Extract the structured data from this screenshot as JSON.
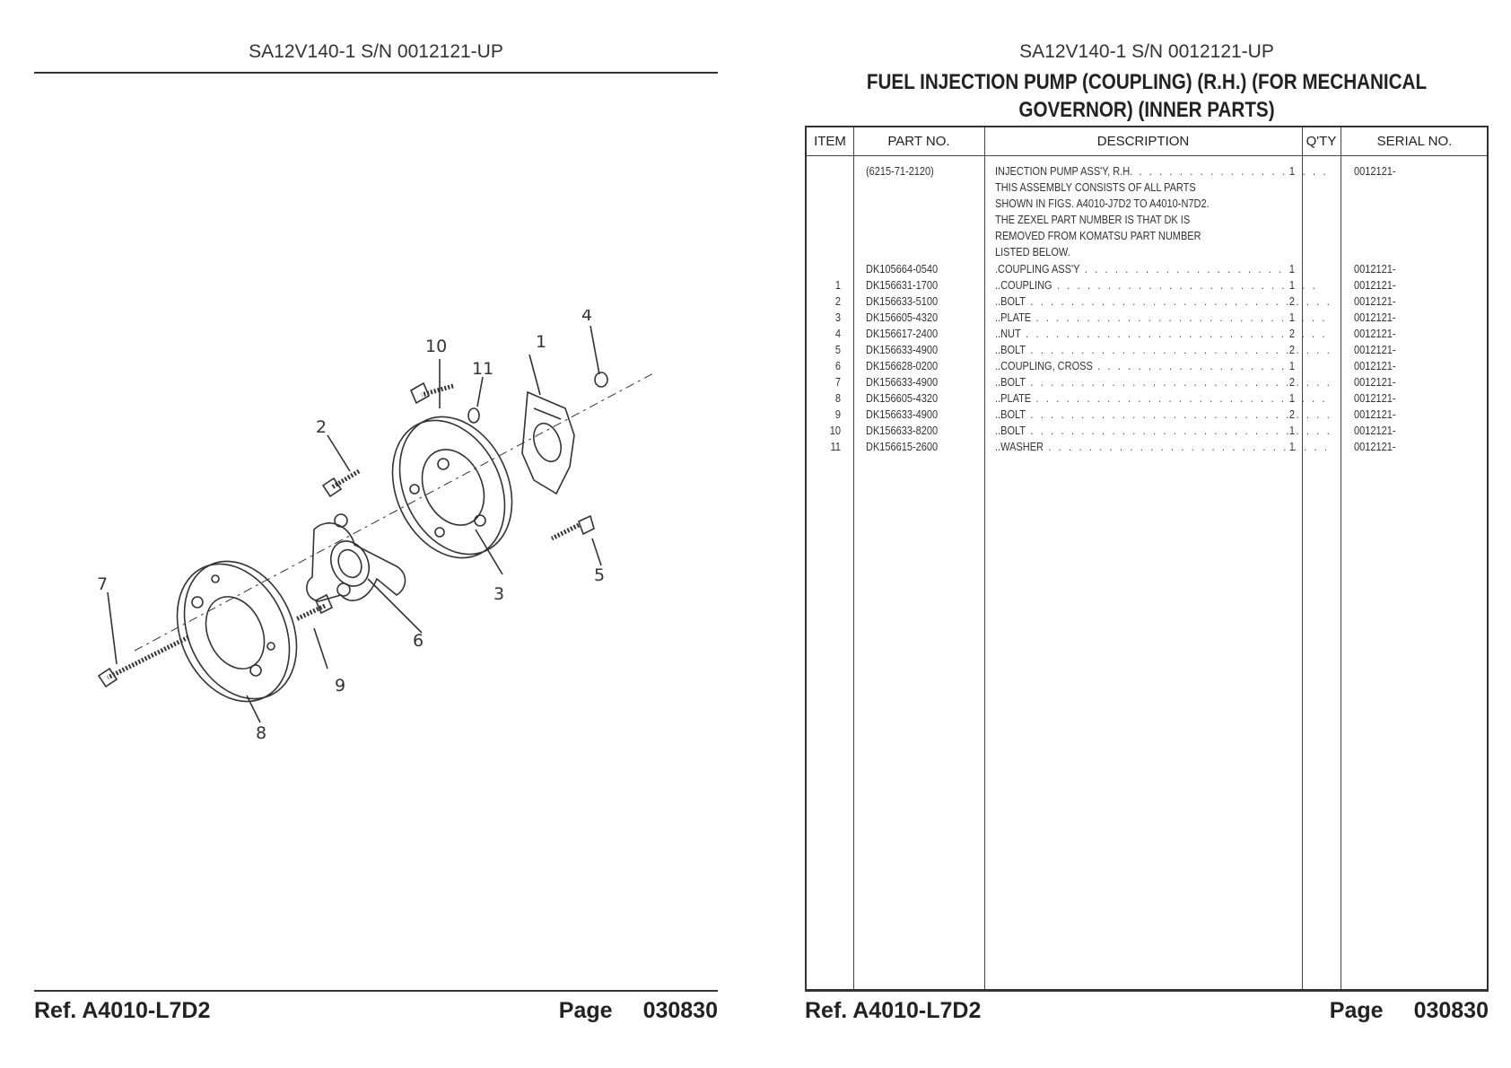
{
  "left_page": {
    "header": "SA12V140-1 S/N 0012121-UP",
    "footer": {
      "ref_label": "Ref.  A4010-L7D2",
      "page_label": "Page",
      "page_number": "030830"
    },
    "diagram": {
      "callouts": [
        "1",
        "2",
        "3",
        "4",
        "5",
        "6",
        "7",
        "8",
        "9",
        "10",
        "11"
      ]
    }
  },
  "right_page": {
    "header": "SA12V140-1 S/N 0012121-UP",
    "title_line1": "FUEL INJECTION PUMP (COUPLING) (R.H.) (FOR MECHANICAL",
    "title_line2": "GOVERNOR) (INNER PARTS)",
    "footer": {
      "ref_label": "Ref.  A4010-L7D2",
      "page_label": "Page",
      "page_number": "030830"
    },
    "table": {
      "columns": [
        "ITEM",
        "PART NO.",
        "DESCRIPTION",
        "Q'TY",
        "SERIAL NO."
      ],
      "assembly": {
        "part_no": "(6215-71-2120)",
        "description": "INJECTION PUMP ASS'Y, R.H.",
        "notes": [
          "THIS ASSEMBLY CONSISTS OF ALL PARTS",
          "SHOWN IN FIGS. A4010-J7D2 TO A4010-N7D2.",
          "THE ZEXEL PART NUMBER IS THAT DK IS",
          "REMOVED FROM KOMATSU PART NUMBER",
          "LISTED BELOW."
        ],
        "qty": "1",
        "serial": "0012121-"
      },
      "rows": [
        {
          "item": "",
          "part_no": "DK105664-0540",
          "description": ".COUPLING ASS'Y",
          "qty": "1",
          "serial": "0012121-"
        },
        {
          "item": "1",
          "part_no": "DK156631-1700",
          "description": "..COUPLING",
          "qty": "1",
          "serial": "0012121-"
        },
        {
          "item": "2",
          "part_no": "DK156633-5100",
          "description": "..BOLT",
          "qty": "2",
          "serial": "0012121-"
        },
        {
          "item": "3",
          "part_no": "DK156605-4320",
          "description": "..PLATE",
          "qty": "1",
          "serial": "0012121-"
        },
        {
          "item": "4",
          "part_no": "DK156617-2400",
          "description": "..NUT",
          "qty": "2",
          "serial": "0012121-"
        },
        {
          "item": "5",
          "part_no": "DK156633-4900",
          "description": "..BOLT",
          "qty": "2",
          "serial": "0012121-"
        },
        {
          "item": "6",
          "part_no": "DK156628-0200",
          "description": "..COUPLING, CROSS",
          "qty": "1",
          "serial": "0012121-"
        },
        {
          "item": "7",
          "part_no": "DK156633-4900",
          "description": "..BOLT",
          "qty": "2",
          "serial": "0012121-"
        },
        {
          "item": "8",
          "part_no": "DK156605-4320",
          "description": "..PLATE",
          "qty": "1",
          "serial": "0012121-"
        },
        {
          "item": "9",
          "part_no": "DK156633-4900",
          "description": "..BOLT",
          "qty": "2",
          "serial": "0012121-"
        },
        {
          "item": "10",
          "part_no": "DK156633-8200",
          "description": "..BOLT",
          "qty": "1",
          "serial": "0012121-"
        },
        {
          "item": "11",
          "part_no": "DK156615-2600",
          "description": "..WASHER",
          "qty": "1",
          "serial": "0012121-"
        }
      ]
    }
  }
}
